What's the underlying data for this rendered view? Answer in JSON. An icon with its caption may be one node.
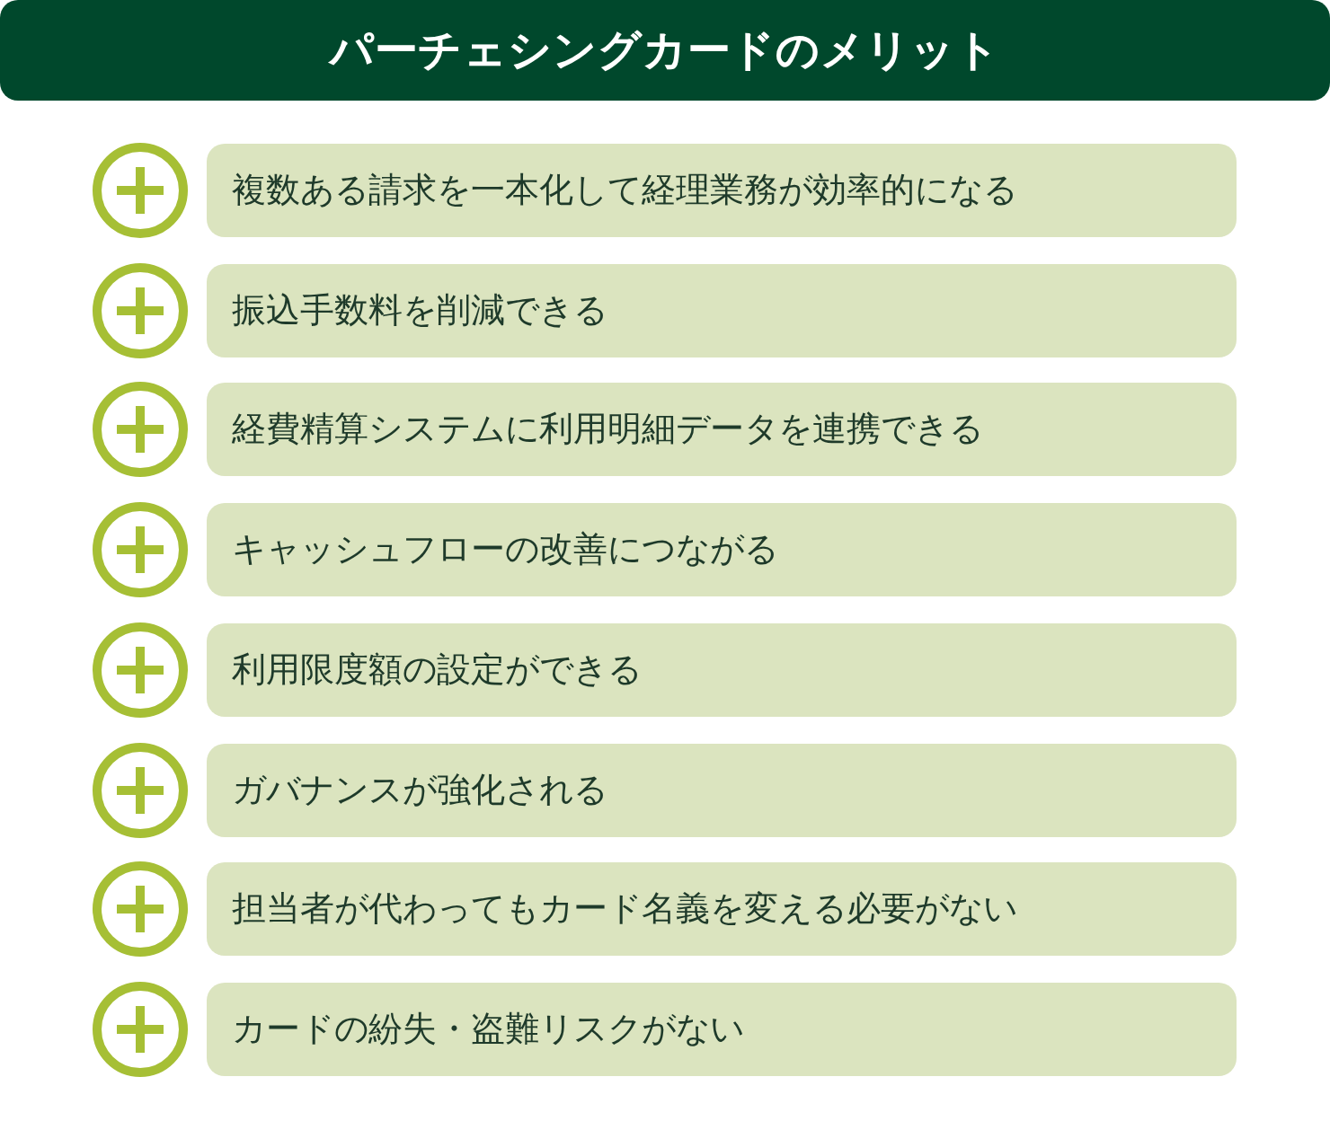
{
  "diagram": {
    "title": "パーチェシングカードのメリット",
    "nodes": [
      {
        "text": [
          "複数ある請求を一本化して経理業務が効率的になる"
        ]
      },
      {
        "text": [
          "振込手数料を削減できる"
        ]
      },
      {
        "text": [
          "経費精算システムに利用明細データを連携できる"
        ]
      },
      {
        "text": [
          "キャッシュフローの改善につながる"
        ]
      },
      {
        "text": [
          "利用限度額の設定ができる"
        ]
      },
      {
        "text": [
          "ガバナンスが強化される"
        ]
      },
      {
        "text": [
          "担当者が代わってもカード名義を変える必要がない"
        ]
      },
      {
        "text": [
          "カードの紛失・盗難リスクがない"
        ]
      }
    ]
  }
}
